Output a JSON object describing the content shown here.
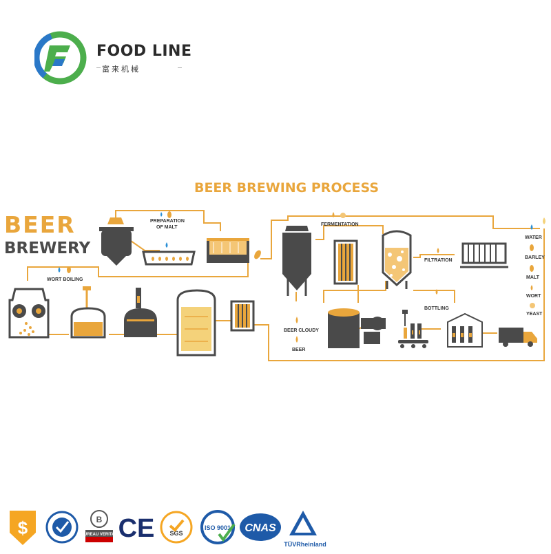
{
  "brand": {
    "name": "FOOD LINE",
    "subtitle": "富来机械",
    "colors": {
      "green": "#4cae4c",
      "blue": "#2a78c8",
      "dark": "#2b2b2b"
    }
  },
  "diagram": {
    "title": "BEER BREWING PROCESS",
    "hero": {
      "line1": "BEER",
      "line2": "BREWERY"
    },
    "steps": {
      "preparation_line1": "PREPARATION",
      "preparation_line2": "OF MALT",
      "wort_boiling": "WORT BOILING",
      "fermentation": "FERMENTATION",
      "filtration": "FILTRATION",
      "bottling": "BOTTLING",
      "beer_cloudy": "BEER CLOUDY",
      "beer": "BEER"
    },
    "ingredients": [
      "WATER",
      "BARLEY",
      "MALT",
      "WORT",
      "YEAST"
    ],
    "colors": {
      "orange": "#e9a63c",
      "equipment": "#4a4a4a",
      "water": "#2a8fd6"
    }
  },
  "certifications": {
    "items": [
      {
        "icon": "dollar-shield-icon",
        "text": ""
      },
      {
        "icon": "quality-check-seal-icon",
        "text": ""
      },
      {
        "icon": "bureau-veritas-logo-icon",
        "text": "BUREAU VERITAS"
      },
      {
        "icon": "ce-mark-icon",
        "text": "CE"
      },
      {
        "icon": "sgs-seal-icon",
        "text": "SGS"
      },
      {
        "icon": "iso-9001-seal-icon",
        "text": "ISO 9001"
      },
      {
        "icon": "cnas-logo-icon",
        "text": "CNAS"
      },
      {
        "icon": "tuv-rheinland-logo-icon",
        "text": "TÜVRheinland"
      }
    ]
  }
}
